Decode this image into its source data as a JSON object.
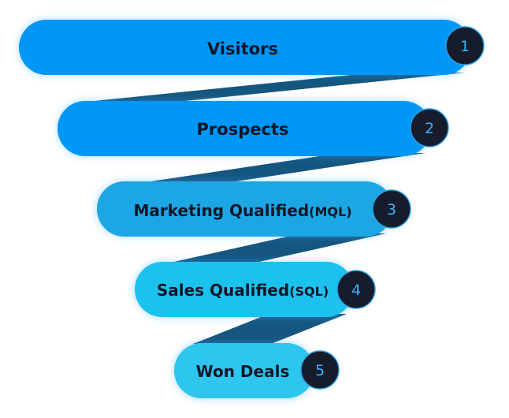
{
  "funnel": {
    "stages": [
      {
        "number": "1",
        "label": "Visitors",
        "abbr": "",
        "color": "#0497f7"
      },
      {
        "number": "2",
        "label": "Prospects",
        "abbr": "",
        "color": "#0497f7"
      },
      {
        "number": "3",
        "label": "Marketing Qualified",
        "abbr": "(MQL)",
        "color": "#1aa6e4"
      },
      {
        "number": "4",
        "label": "Sales Qualified",
        "abbr": "(SQL)",
        "color": "#1cc2ee"
      },
      {
        "number": "5",
        "label": "Won Deals",
        "abbr": "",
        "color": "#2ec6ee"
      }
    ],
    "connector_color": "#15567f",
    "badge_fill": "#161c2b",
    "badge_text_color": "#3db1ff",
    "badge_ring_color": "#2b9fe6"
  }
}
